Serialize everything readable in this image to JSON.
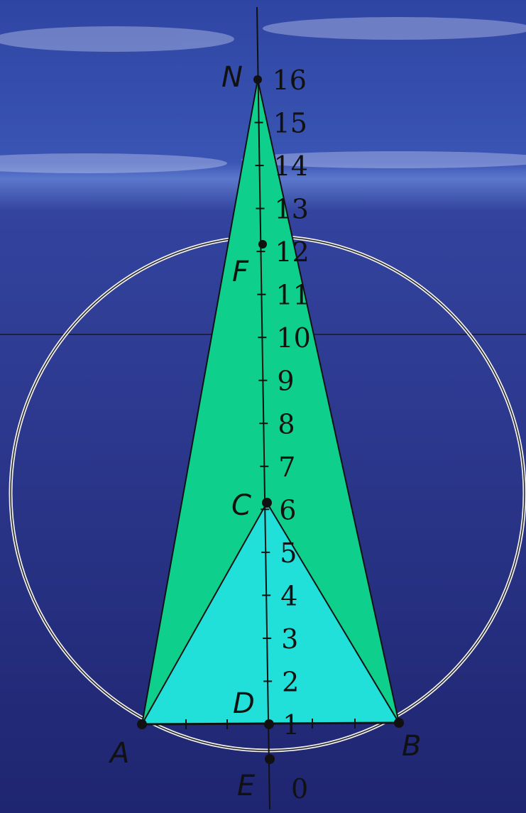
{
  "diagram": {
    "points": {
      "N": "N",
      "F": "F",
      "C": "C",
      "D": "D",
      "A": "A",
      "B": "B",
      "E": "E"
    },
    "scale_labels": [
      "0",
      "1",
      "2",
      "3",
      "4",
      "5",
      "6",
      "7",
      "8",
      "9",
      "10",
      "11",
      "12",
      "13",
      "14",
      "15",
      "16"
    ],
    "colors": {
      "sky_top": "#2b3f9c",
      "sea": "#2a338a",
      "outer_triangle": "#0fcf8c",
      "inner_triangle": "#21e0da",
      "lines": "#111111",
      "circle": "#eeeeee"
    }
  }
}
